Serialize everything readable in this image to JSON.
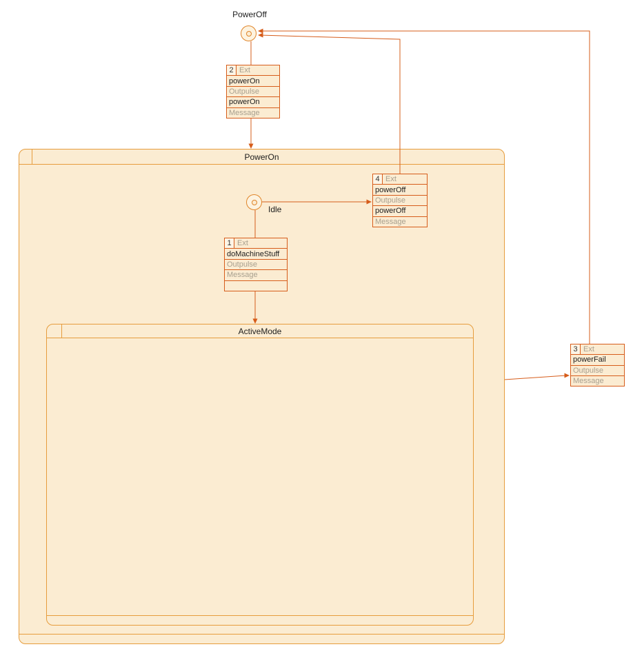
{
  "colors": {
    "state_fill": "#fbecd2",
    "state_border": "#e69c3c",
    "table_border": "#d65c1a",
    "connector": "#d65c1a",
    "circle_border": "#e08428",
    "muted_text": "#a8a08f",
    "text": "#1c1c1c"
  },
  "states": {
    "powerOff": "PowerOff",
    "powerOn": "PowerOn",
    "idle": "Idle",
    "activeMode": "ActiveMode"
  },
  "tables": {
    "t1": {
      "num": "1",
      "kind": "Ext",
      "rows": [
        "doMachineStuff",
        "Outpulse",
        "Message",
        ""
      ]
    },
    "t2": {
      "num": "2",
      "kind": "Ext",
      "rows": [
        "powerOn",
        "Outpulse",
        "powerOn",
        "Message"
      ]
    },
    "t3": {
      "num": "3",
      "kind": "Ext",
      "rows": [
        "powerFail",
        "Outpulse",
        "Message"
      ]
    },
    "t4": {
      "num": "4",
      "kind": "Ext",
      "rows": [
        "powerOff",
        "Outpulse",
        "powerOff",
        "Message"
      ]
    }
  }
}
